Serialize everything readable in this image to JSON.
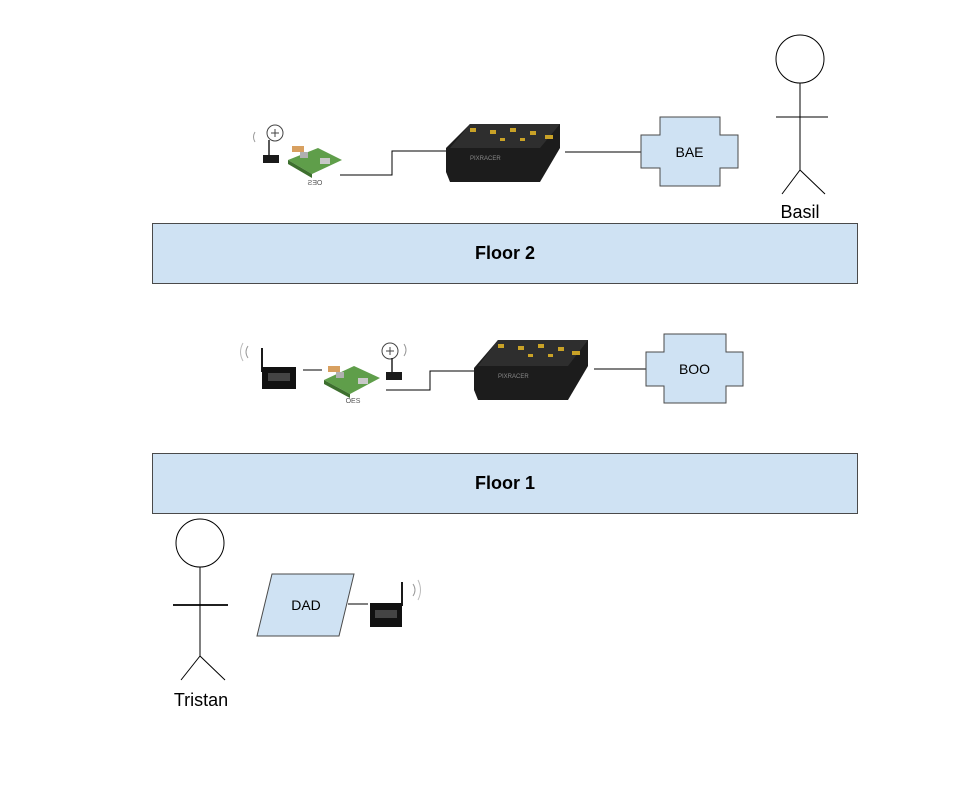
{
  "floors": {
    "floor2": "Floor 2",
    "floor1": "Floor 1"
  },
  "nodes": {
    "bae": "BAE",
    "boo": "BOO",
    "dad": "DAD"
  },
  "actors": {
    "basil": "Basil",
    "tristan": "Tristan"
  },
  "device_labels": {
    "pi_top": "OES",
    "pi_mid": "OES"
  },
  "colors": {
    "fill": "#cfe2f3",
    "stroke": "#4a4a4a",
    "line": "#000000"
  }
}
